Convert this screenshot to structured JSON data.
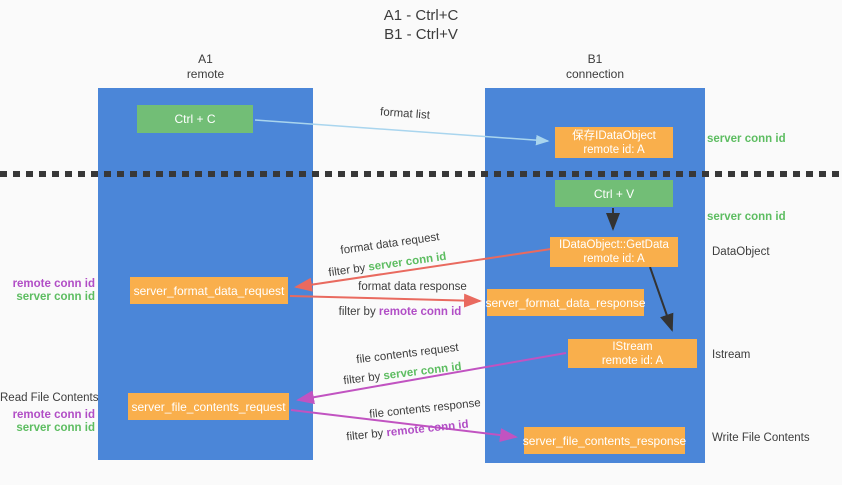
{
  "title": {
    "line1": "A1 - Ctrl+C",
    "line2": "B1 - Ctrl+V"
  },
  "lanes": {
    "left": {
      "name": "A1",
      "subtitle": "remote"
    },
    "right": {
      "name": "B1",
      "subtitle": "connection"
    }
  },
  "nodes": {
    "ctrl_c": {
      "label": "Ctrl + C"
    },
    "ctrl_v": {
      "label": "Ctrl + V"
    },
    "save_idataobject": {
      "line1": "保存IDataObject",
      "line2": "remote id: A"
    },
    "getdata": {
      "line1": "IDataObject::GetData",
      "line2": "remote id: A"
    },
    "istream": {
      "line1": "IStream",
      "line2": "remote id: A"
    },
    "format_request": {
      "label": "server_format_data_request"
    },
    "format_response": {
      "label": "server_format_data_response"
    },
    "file_request": {
      "label": "server_file_contents_request"
    },
    "file_response": {
      "label": "server_file_contents_response"
    }
  },
  "arrow_labels": {
    "format_list": "format list",
    "format_data_request": "format data request",
    "filter_server_1": {
      "prefix": "filter by ",
      "keyword": "server conn id"
    },
    "format_data_response": "format data response",
    "filter_remote_1": {
      "prefix": "filter by ",
      "keyword": "remote conn id"
    },
    "file_contents_request": "file contents request",
    "filter_server_2": {
      "prefix": "filter by ",
      "keyword": "server conn id"
    },
    "file_contents_response": "file contents response",
    "filter_remote_2": {
      "prefix": "filter by ",
      "keyword": "remote conn id"
    }
  },
  "side_labels": {
    "right_server_conn_1": "server conn id",
    "right_server_conn_2": "server conn id",
    "dataobject": "DataObject",
    "istream": "Istream",
    "write_file": "Write File Contents",
    "read_file": "Read File Contents",
    "left_remote_conn_1": "remote conn id",
    "left_server_conn_1": "server conn id",
    "left_remote_conn_2": "remote conn id",
    "left_server_conn_2": "server conn id"
  },
  "colors": {
    "background": "#fafafa",
    "lane_blue": "#4b86d8",
    "node_green": "#72be76",
    "node_orange": "#f9af4c",
    "arrow_red": "#e96a5f",
    "arrow_magenta": "#c153c1",
    "arrow_lightblue": "#a9d5ee",
    "arrow_black": "#333333",
    "text_green": "#5dbd61",
    "text_purple": "#b14ec6",
    "text_dark": "#3d3d3d"
  }
}
